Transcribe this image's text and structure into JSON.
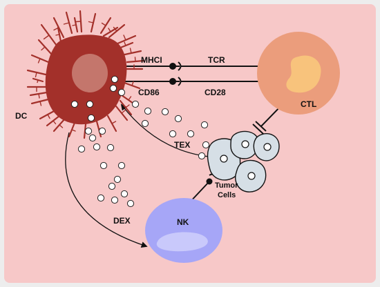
{
  "colors": {
    "background": "#f7c8c8",
    "frame": "#ededed",
    "dc_body": "#a3302a",
    "dc_nucleus": "#c4766c",
    "ctl_body": "#eb9d7c",
    "ctl_nucleus": "#f8c37c",
    "nk_body": "#a6a6f7",
    "nk_nucleus": "#c9c9fb",
    "tumor_cell": "#d6dfe6",
    "tumor_nucleus": "#ffffff"
  },
  "labels": {
    "dc": "DC",
    "ctl": "CTL",
    "nk": "NK",
    "tumor_line1": "Tumor",
    "tumor_line2": "Cells",
    "mhci": "MHCI",
    "tcr": "TCR",
    "cd86": "CD86",
    "cd28": "CD28",
    "tex": "TEX",
    "dex": "DEX"
  }
}
